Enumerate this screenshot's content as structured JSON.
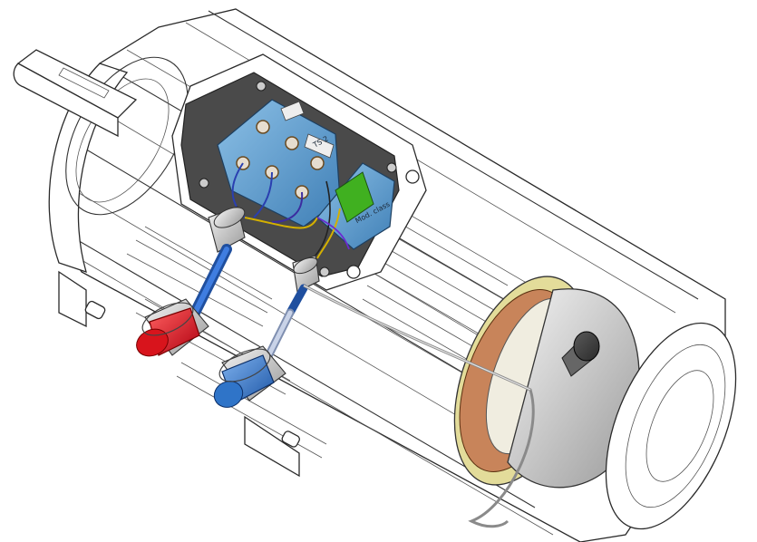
{
  "figure": {
    "subject": "motor-with-brake-and-terminal-box",
    "colors": {
      "outline": "#2a2a2a",
      "terminal_block": "#5f9fd0",
      "connector_red": "#d8141c",
      "connector_blue": "#2f74c8",
      "cable_blue": "#2b66c4",
      "cable_grey": "#b9c6dd",
      "brake_copper": "#c8845a",
      "brake_ring": "#e3dc9a",
      "green_block": "#40b020",
      "knob": "#111111"
    },
    "icons": [
      "terminal-block-icon",
      "red-connector-icon",
      "blue-connector-icon",
      "brake-disc-icon",
      "release-lever-icon",
      "shaft-icon"
    ]
  },
  "labels": {
    "module_text": "Mod. class",
    "tag_text": "TS 2"
  }
}
